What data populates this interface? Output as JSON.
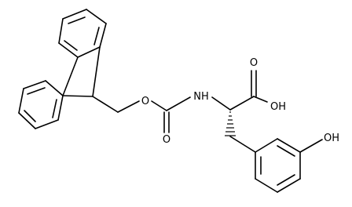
{
  "structure": {
    "atom_labels": {
      "ester_oxygen": "O",
      "carbonyl_oxygen": "O",
      "amide_nitrogen": "NH",
      "acid_carbonyl_oxygen": "O",
      "acid_hydroxyl": "OH",
      "phenol_hydroxyl": "OH"
    },
    "colors": {
      "bond": "#000000",
      "background": "#ffffff"
    }
  }
}
